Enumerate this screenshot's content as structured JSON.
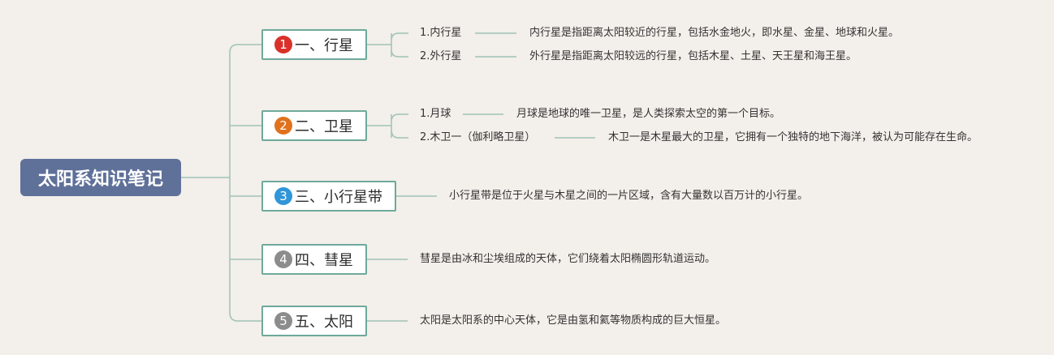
{
  "title": "太阳系知识笔记",
  "branches": [
    {
      "num": "1",
      "label": "一、行星",
      "color": "#d9312a",
      "children": [
        {
          "label": "1.内行星",
          "desc": "内行星是指距离太阳较近的行星，包括水金地火，即水星、金星、地球和火星。"
        },
        {
          "label": "2.外行星",
          "desc": "外行星是指距离太阳较远的行星，包括木星、土星、天王星和海王星。"
        }
      ]
    },
    {
      "num": "2",
      "label": "二、卫星",
      "color": "#e0711d",
      "children": [
        {
          "label": "1.月球",
          "desc": "月球是地球的唯一卫星，是人类探索太空的第一个目标。"
        },
        {
          "label": "2.木卫一（伽利略卫星）",
          "desc": "木卫一是木星最大的卫星，它拥有一个独特的地下海洋，被认为可能存在生命。"
        }
      ]
    },
    {
      "num": "3",
      "label": "三、小行星带",
      "color": "#2f96d8",
      "desc": "小行星带是位于火星与木星之间的一片区域，含有大量数以百万计的小行星。"
    },
    {
      "num": "4",
      "label": "四、彗星",
      "color": "#8c8c8c",
      "desc": "彗星是由冰和尘埃组成的天体，它们绕着太阳椭圆形轨道运动。"
    },
    {
      "num": "5",
      "label": "五、太阳",
      "color": "#8c8c8c",
      "desc": "太阳是太阳系的中心天体，它是由氢和氦等物质构成的巨大恒星。"
    }
  ],
  "colors": {
    "background": "#f3efea",
    "root_fill": "#5f7199",
    "branch_border": "#6ea99b",
    "connector": "#9fc3b8"
  }
}
